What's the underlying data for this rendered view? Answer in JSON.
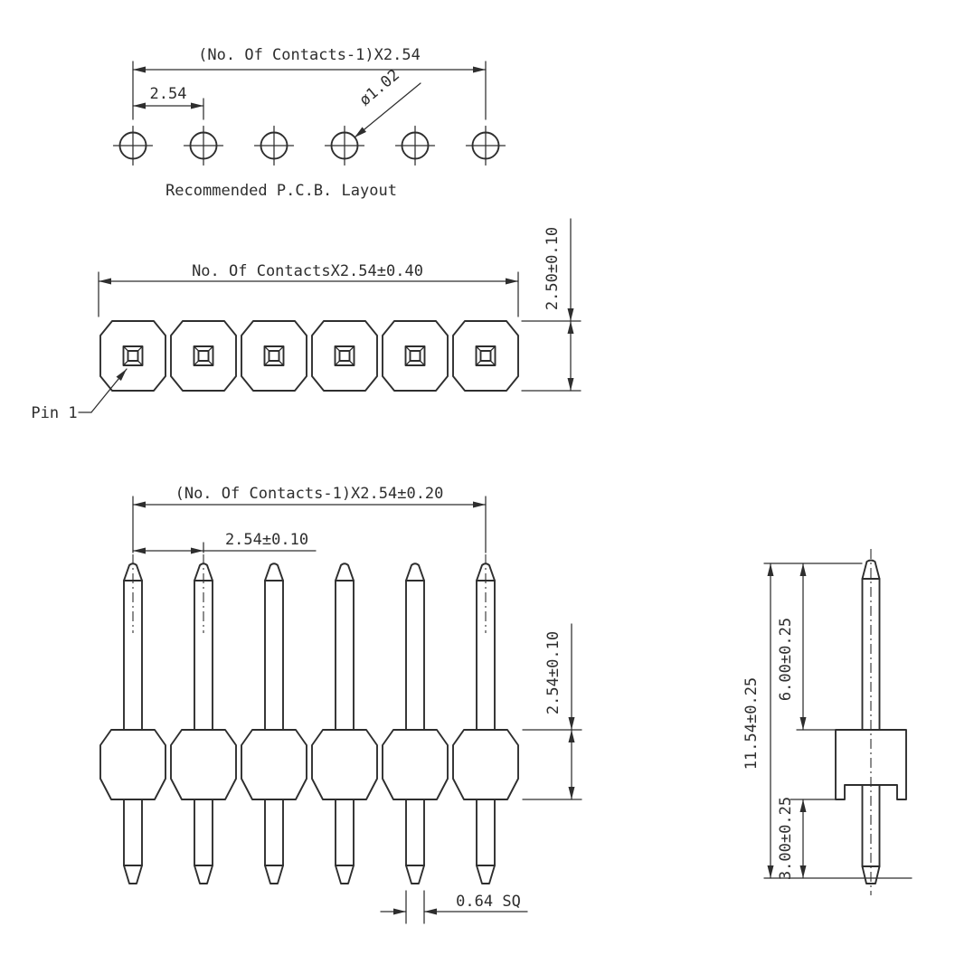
{
  "drawing": {
    "background": "#ffffff",
    "line_color": "#2e2e2e",
    "contacts_shown": 6,
    "views": {
      "pcb_layout": {
        "title": "Recommended P.C.B. Layout",
        "dim_overall": "(No. Of Contacts-1)X2.54",
        "dim_pitch": "2.54",
        "dim_hole_diameter": "ø1.02"
      },
      "top_view": {
        "dim_overall": "No. Of ContactsX2.54±0.40",
        "dim_body_height": "2.50±0.10",
        "pin1_label": "Pin 1"
      },
      "front_view": {
        "dim_overall": "(No. Of Contacts-1)X2.54±0.20",
        "dim_pitch": "2.54±0.10",
        "dim_body_height": "2.54±0.10",
        "dim_pin_square": "0.64 SQ"
      },
      "side_view": {
        "dim_total_length": "11.54±0.25",
        "dim_top_pin_length": "6.00±0.25",
        "dim_bottom_pin_length": "3.00±0.25"
      }
    }
  }
}
